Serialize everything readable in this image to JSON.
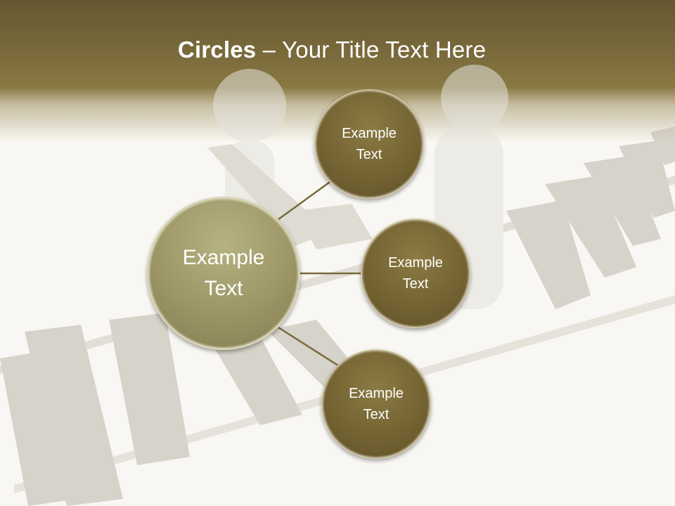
{
  "title": {
    "bold_part": "Circles",
    "rest_part": " – Your Title Text Here"
  },
  "diagram": {
    "center": {
      "label": "Example\nText"
    },
    "nodes": [
      {
        "label": "Example\nText"
      },
      {
        "label": "Example\nText"
      },
      {
        "label": "Example\nText"
      }
    ]
  },
  "colors": {
    "header_dark": "#645730",
    "header_light": "#8a7944",
    "small_circle": "#726232",
    "big_circle": "#9c9666",
    "connector": "#7a6a3a"
  }
}
